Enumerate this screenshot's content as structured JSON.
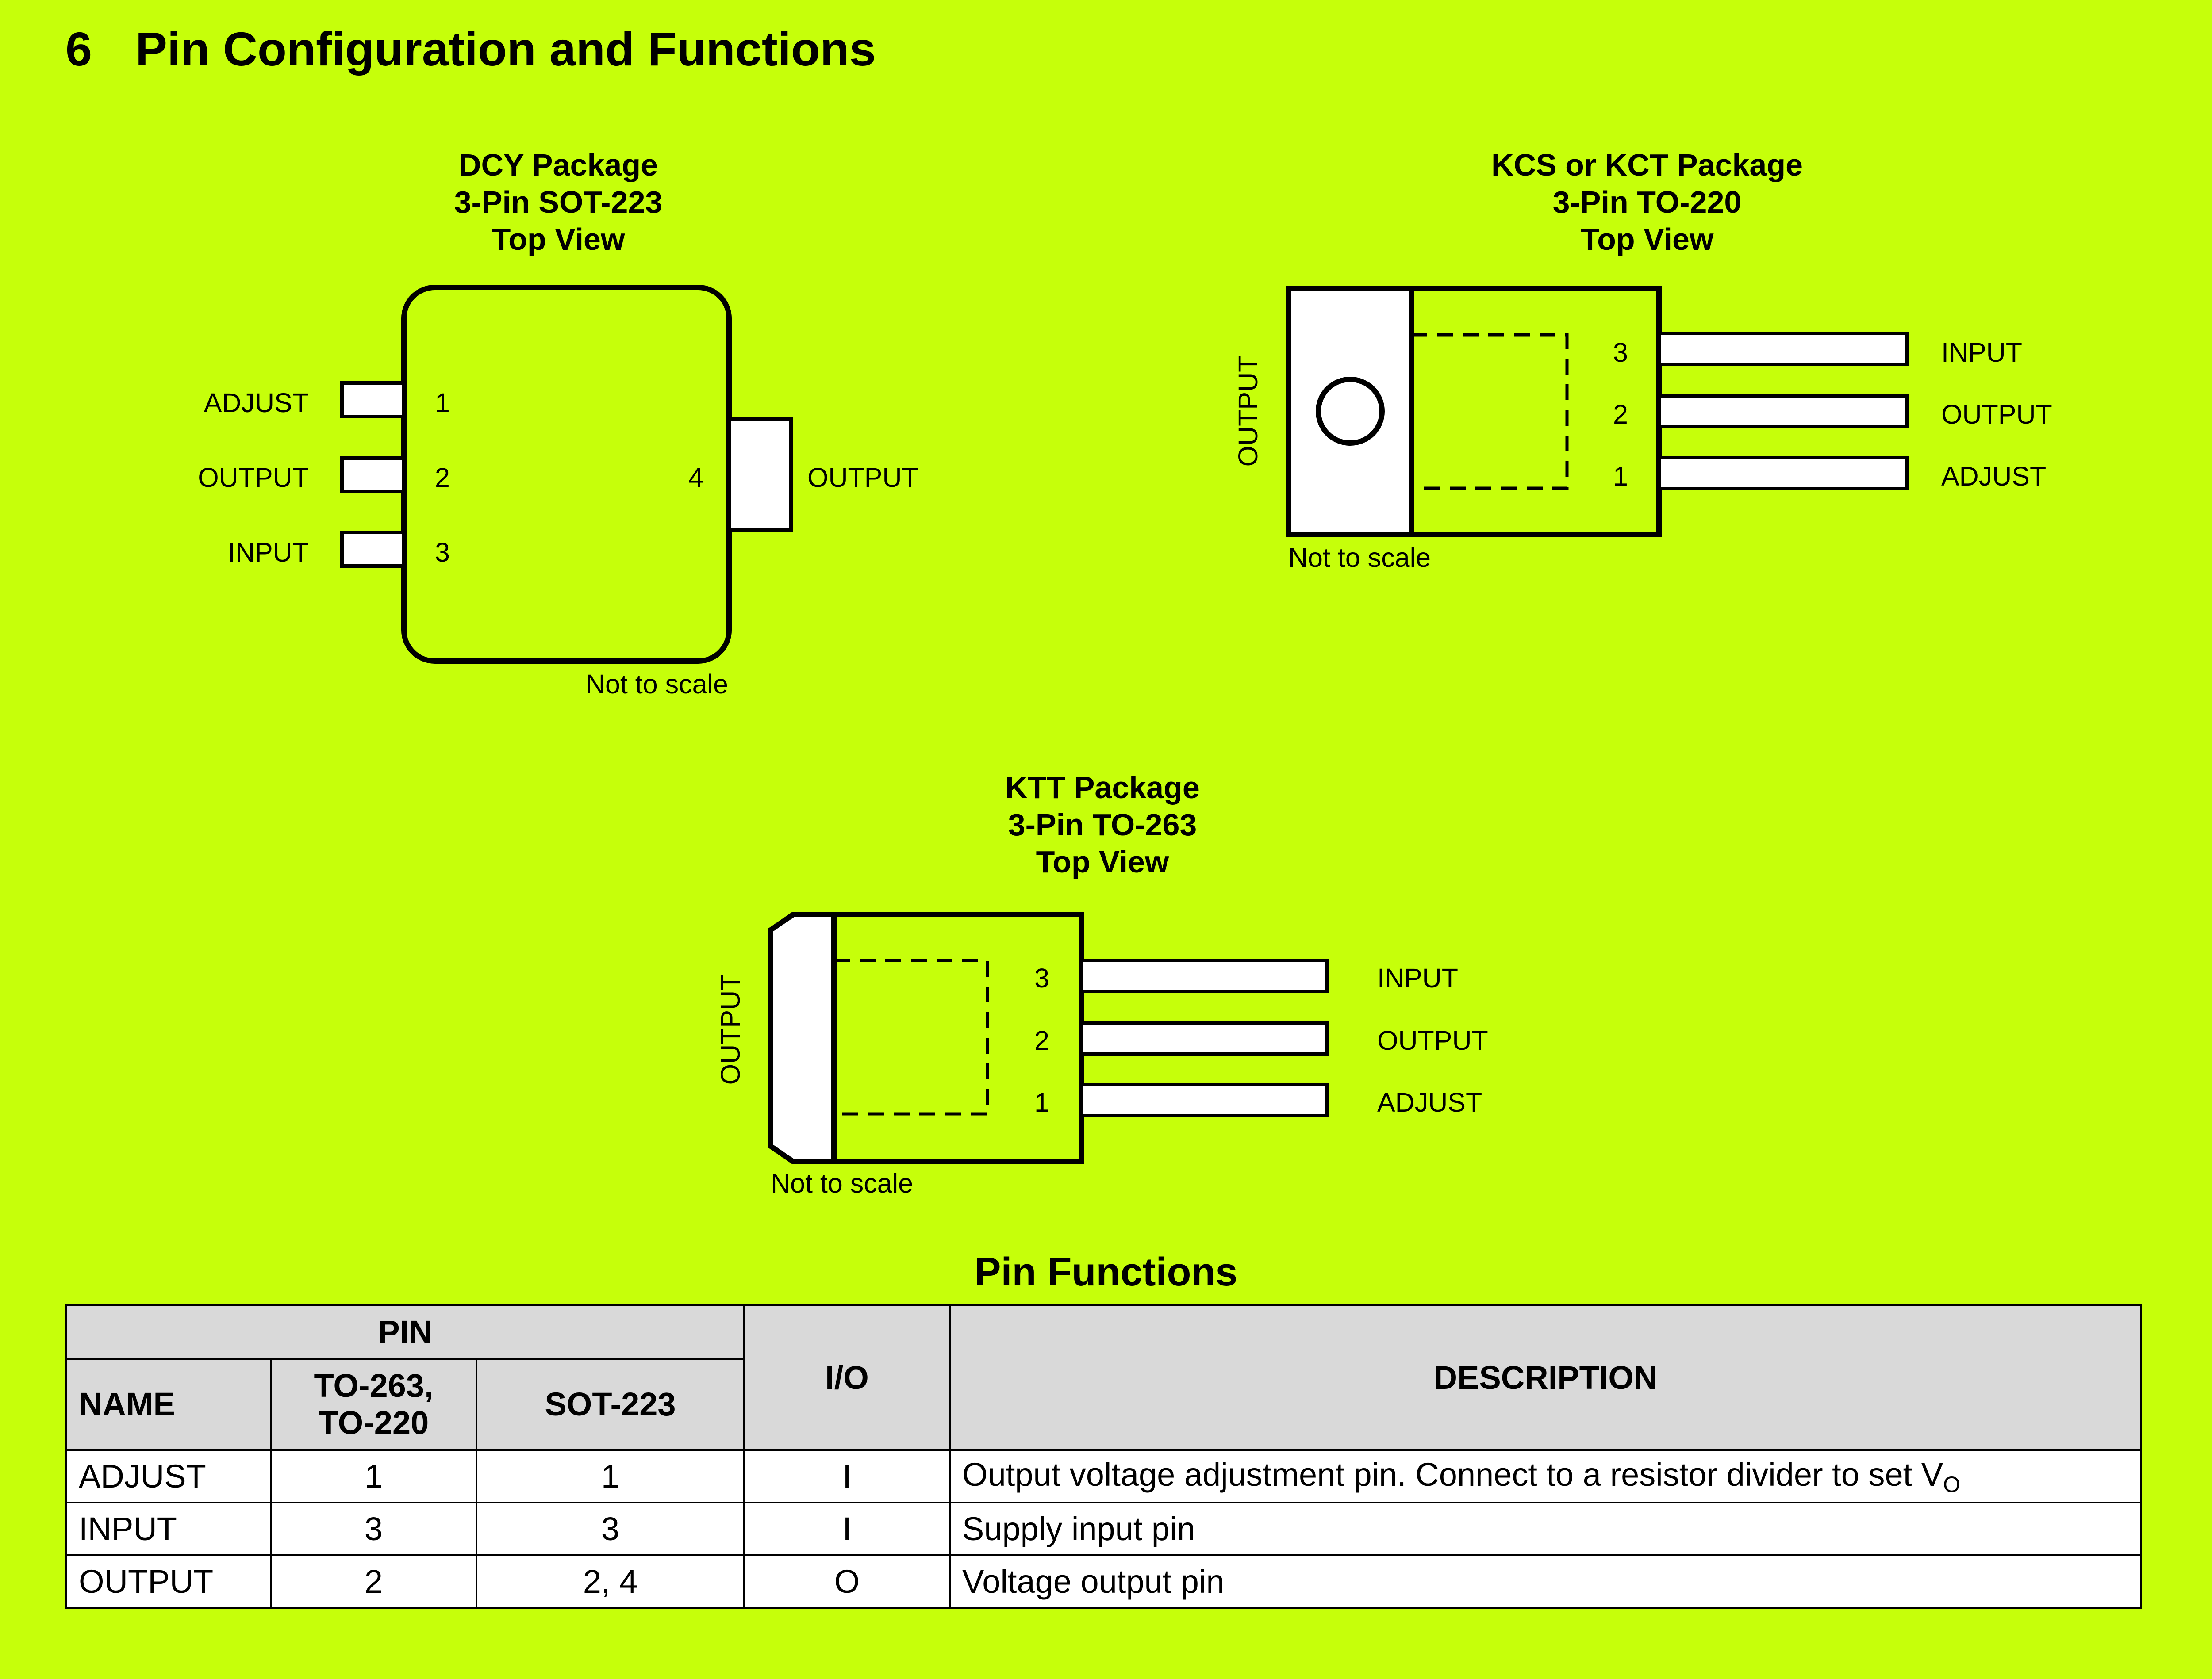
{
  "section": {
    "number": "6",
    "title": "Pin Configuration and Functions"
  },
  "dcy": {
    "title": [
      "DCY Package",
      "3-Pin SOT-223",
      "Top View"
    ],
    "left_pins": [
      {
        "label": "ADJUST",
        "num": "1"
      },
      {
        "label": "OUTPUT",
        "num": "2"
      },
      {
        "label": "INPUT",
        "num": "3"
      }
    ],
    "tab": {
      "num": "4",
      "label": "OUTPUT"
    },
    "note": "Not to scale"
  },
  "kcs": {
    "title": [
      "KCS or KCT Package",
      "3-Pin TO-220",
      "Top View"
    ],
    "tab_label": "OUTPUT",
    "pins": [
      {
        "num": "3",
        "label": "INPUT"
      },
      {
        "num": "2",
        "label": "OUTPUT"
      },
      {
        "num": "1",
        "label": "ADJUST"
      }
    ],
    "note": "Not to scale"
  },
  "ktt": {
    "title": [
      "KTT Package",
      "3-Pin TO-263",
      "Top View"
    ],
    "tab_label": "OUTPUT",
    "pins": [
      {
        "num": "3",
        "label": "INPUT"
      },
      {
        "num": "2",
        "label": "OUTPUT"
      },
      {
        "num": "1",
        "label": "ADJUST"
      }
    ],
    "note": "Not to scale"
  },
  "pin_functions": {
    "title": "Pin Functions",
    "headers": {
      "pin": "PIN",
      "name": "NAME",
      "to263_line1": "TO-263,",
      "to263_line2": "TO-220",
      "sot223": "SOT-223",
      "io": "I/O",
      "description": "DESCRIPTION"
    },
    "rows": [
      {
        "name": "ADJUST",
        "to263": "1",
        "sot223": "1",
        "io": "I",
        "description": "Output voltage adjustment pin. Connect to a resistor divider to set V",
        "description_sub": "O"
      },
      {
        "name": "INPUT",
        "to263": "3",
        "sot223": "3",
        "io": "I",
        "description": "Supply input pin",
        "description_sub": ""
      },
      {
        "name": "OUTPUT",
        "to263": "2",
        "sot223": "2, 4",
        "io": "O",
        "description": "Voltage output pin",
        "description_sub": ""
      }
    ]
  }
}
